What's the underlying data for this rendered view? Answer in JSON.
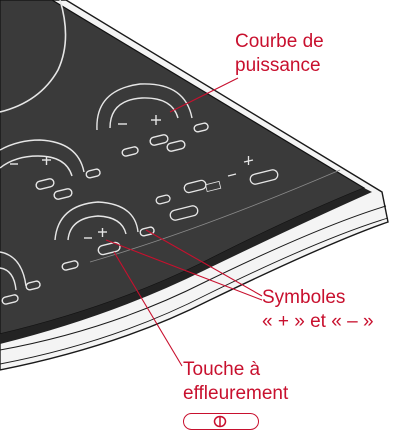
{
  "callouts": {
    "power_curve": {
      "line1": "Courbe de",
      "line2": "puissance"
    },
    "symbols": {
      "line1": "Symboles",
      "line2_open": "«",
      "plus": "+",
      "mid": "» et «",
      "minus": "–",
      "line2_close": "»"
    },
    "touch_key": {
      "line1": "Touche à",
      "line2": "effleurement",
      "icon": "power-icon"
    }
  },
  "colors": {
    "accent": "#c8102e",
    "glass": "#3a3a3a",
    "glass_edge": "#232323",
    "frame": "#f4f4f4",
    "outline": "#1a1a1a",
    "control_lines": "#e6e6e6"
  }
}
